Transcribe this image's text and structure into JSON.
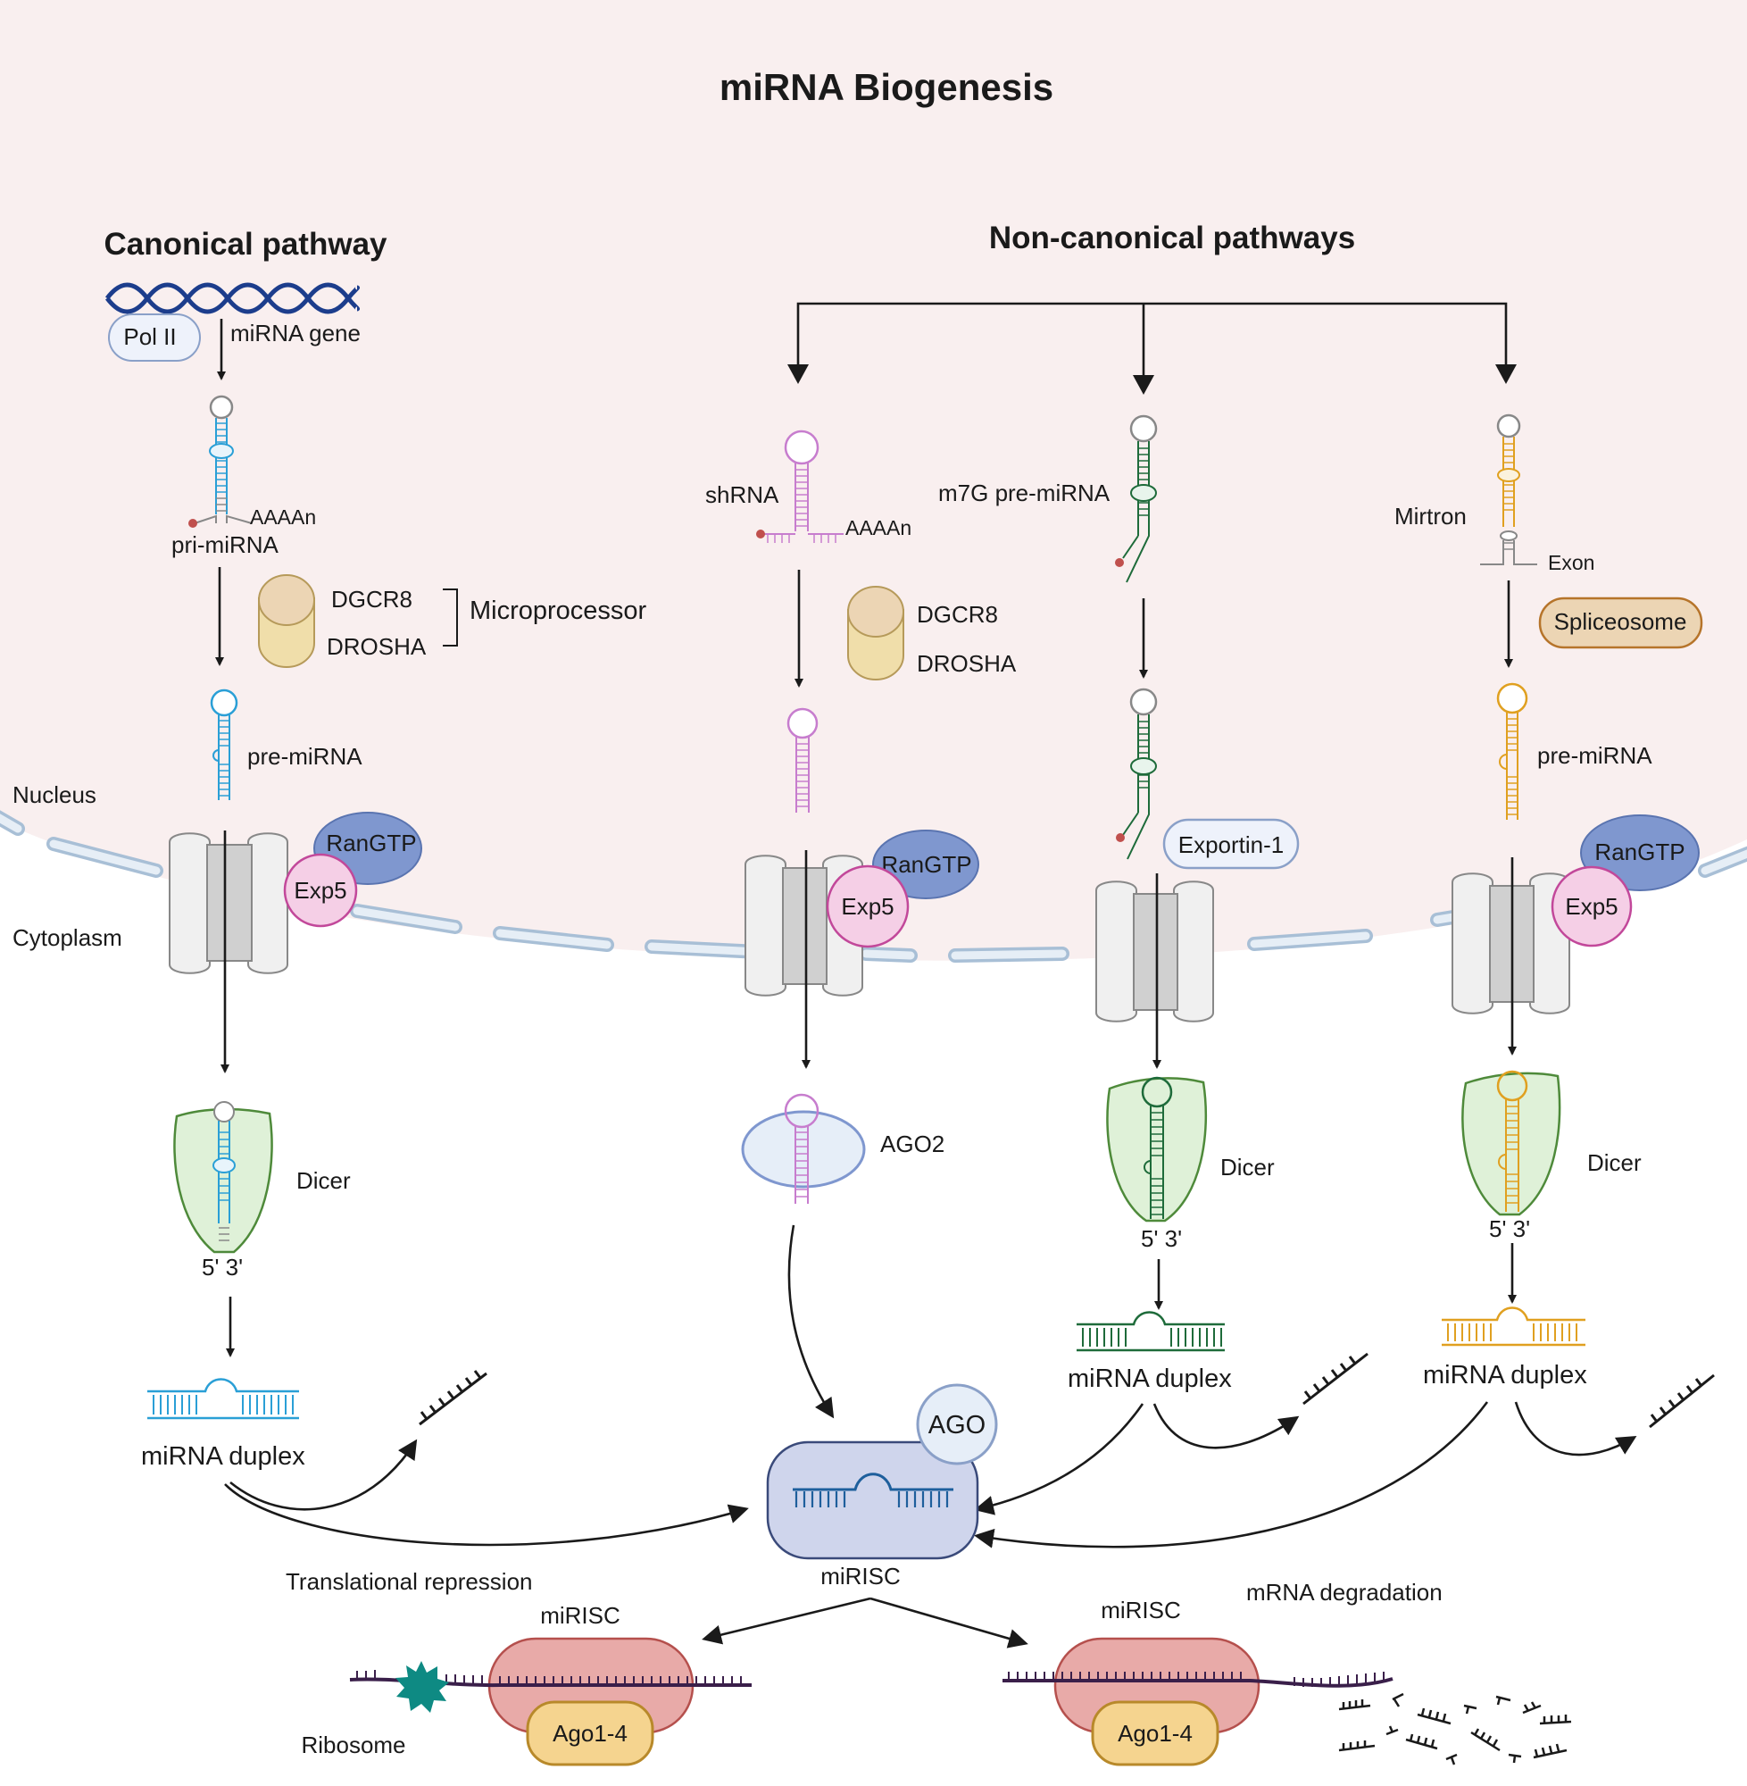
{
  "title": "miRNA Biogenesis",
  "sections": {
    "canonical": "Canonical pathway",
    "non_canonical": "Non-canonical pathways"
  },
  "compartments": {
    "nucleus": "Nucleus",
    "cytoplasm": "Cytoplasm"
  },
  "canonical": {
    "pol": "Pol II",
    "gene": "miRNA gene",
    "polya": "AAAAn",
    "pri": "pri-miRNA",
    "dgcr8": "DGCR8",
    "drosha": "DROSHA",
    "microprocessor": "Microprocessor",
    "pre": "pre-miRNA",
    "rangtp": "RanGTP",
    "exp5": "Exp5",
    "dicer": "Dicer",
    "ends": "5' 3'",
    "duplex": "miRNA duplex"
  },
  "shrna": {
    "name": "shRNA",
    "polya": "AAAAn",
    "dgcr8": "DGCR8",
    "drosha": "DROSHA",
    "rangtp": "RanGTP",
    "exp5": "Exp5",
    "ago2": "AGO2"
  },
  "m7g": {
    "name": "m7G pre-miRNA",
    "exportin": "Exportin-1",
    "dicer": "Dicer",
    "ends": "5' 3'",
    "duplex": "miRNA duplex"
  },
  "mirtron": {
    "name": "Mirtron",
    "exon": "Exon",
    "spliceosome": "Spliceosome",
    "pre": "pre-miRNA",
    "rangtp": "RanGTP",
    "exp5": "Exp5",
    "dicer": "Dicer",
    "ends": "5' 3'",
    "duplex": "miRNA duplex"
  },
  "risc": {
    "ago": "AGO",
    "name": "miRISC"
  },
  "outcomes": {
    "repression": "Translational repression",
    "repression_complex": "miRISC",
    "ago14_left": "Ago1-4",
    "ribosome": "Ribosome",
    "degradation": "mRNA degradation",
    "degradation_complex": "miRISC",
    "ago14_right": "Ago1-4"
  },
  "colors": {
    "nucleus_bg": "#f9efef",
    "canonical_rna": "#2a9fd6",
    "shrna": "#c77dce",
    "m7g_rna": "#1e6b3a",
    "mirtron_rna": "#e0a020",
    "dicer_fill": "#dff1d8",
    "dicer_stroke": "#4e8a3a",
    "rangtp": "#7f97cf",
    "exp5": "#f5cfe6",
    "exp5_stroke": "#c2489a",
    "drosha": "#f0deaa",
    "dgcr8": "#ecd5b4",
    "ago14": "#f5d48f",
    "mirisc_complex": "#e8aaa8",
    "ribosome": "#0e8a83",
    "mrna": "#3a1f4a"
  }
}
